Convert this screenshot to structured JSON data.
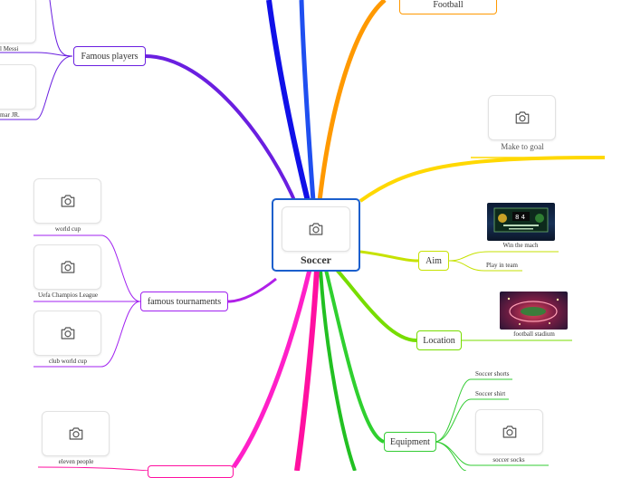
{
  "central": {
    "label": "Soccer"
  },
  "branches": {
    "football": {
      "label": "Football"
    },
    "famous_players": {
      "label": "Famous players",
      "players": [
        {
          "label": "l Messi"
        },
        {
          "label": "mar JR."
        }
      ]
    },
    "famous_tournaments": {
      "label": "famous tournaments",
      "items": [
        {
          "label": "world cup"
        },
        {
          "label": "Uefa Champios League"
        },
        {
          "label": "club world cup"
        }
      ]
    },
    "make_to_goal": {
      "label": "Make to goal"
    },
    "aim": {
      "label": "Aim",
      "items": [
        {
          "label": "Win the mach"
        },
        {
          "label": "Play in team"
        }
      ]
    },
    "location": {
      "label": "Location",
      "items": [
        {
          "label": "football stadium"
        }
      ]
    },
    "equipment": {
      "label": "Equipment",
      "items": [
        {
          "label": "Soccer shorts"
        },
        {
          "label": "Soccer shirt"
        },
        {
          "label": "soccer socks"
        }
      ]
    },
    "players_count": {
      "label": "eleven people"
    }
  },
  "colors": {
    "central_border": "#1b5fcc",
    "purple": "#7b2ff2",
    "violet": "#a020f0",
    "orange": "#ff9900",
    "yellow": "#ffd400",
    "lime": "#c8e000",
    "green": "#66dd00",
    "bright_green": "#33cc33",
    "magenta": "#ff1493",
    "blue": "#1030ee"
  },
  "icons": {
    "image_placeholder": "camera-icon"
  }
}
